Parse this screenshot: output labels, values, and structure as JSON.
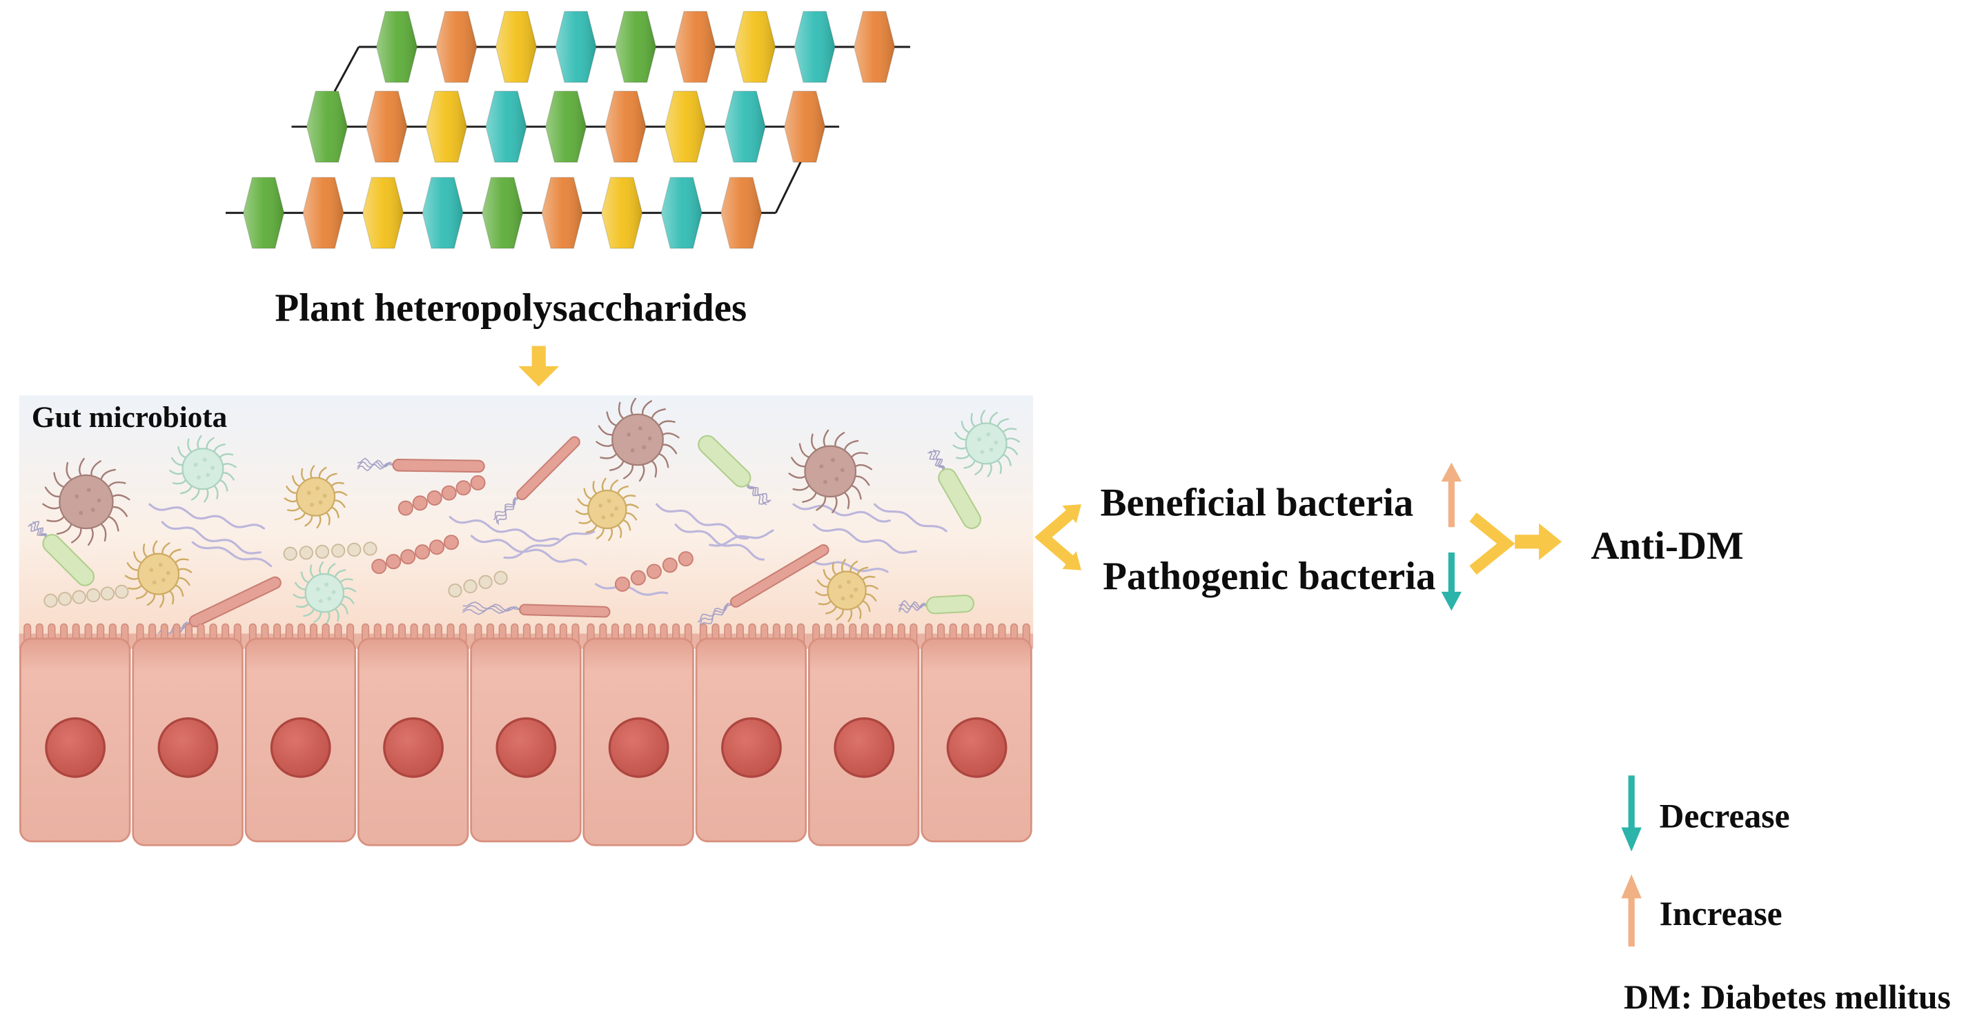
{
  "figure": {
    "title": "Plant heteropolysaccharides",
    "polysaccharide": {
      "chains": [
        [
          "green",
          "orange",
          "yellow",
          "teal",
          "green",
          "orange",
          "yellow",
          "teal",
          "orange"
        ],
        [
          "green",
          "orange",
          "yellow",
          "teal",
          "green",
          "orange",
          "yellow",
          "teal",
          "orange"
        ],
        [
          "green",
          "orange",
          "yellow",
          "teal",
          "green",
          "orange",
          "yellow",
          "teal",
          "orange"
        ]
      ],
      "unit_colors": {
        "green": "#5eae3b",
        "orange": "#e8843a",
        "yellow": "#f3c11c",
        "teal": "#33bdb5"
      }
    },
    "gut": {
      "label": "Gut microbiota"
    },
    "effects": {
      "beneficial": {
        "label": "Beneficial bacteria",
        "indicator": "increase-arrow-icon"
      },
      "pathogenic": {
        "label": "Pathogenic bacteria",
        "indicator": "decrease-arrow-icon"
      },
      "outcome": "Anti-DM"
    },
    "legend": {
      "decrease": {
        "label": "Decrease",
        "icon": "decrease-arrow-icon"
      },
      "increase": {
        "label": "Increase",
        "icon": "increase-arrow-icon"
      },
      "abbreviation": "DM: Diabetes mellitus"
    },
    "colors": {
      "flow_arrow": "#f8c747",
      "increase": "#f1b184",
      "decrease": "#2cb3aa"
    }
  }
}
